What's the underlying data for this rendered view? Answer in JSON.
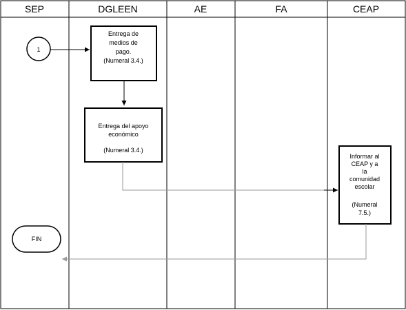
{
  "lanes": [
    "SEP",
    "DGLEEN",
    "AE",
    "FA",
    "CEAP"
  ],
  "connector": {
    "label": "1"
  },
  "box1": {
    "lines": [
      "Entrega de",
      "medios de",
      "pago.",
      "(Numeral 3.4.)"
    ]
  },
  "box2": {
    "lines": [
      "Entrega del apoyo",
      "económico",
      "",
      "(Numeral 3.4.)"
    ]
  },
  "box3": {
    "lines": [
      "Informar al",
      "CEAP y a",
      "la",
      "comunidad",
      "escolar",
      "",
      "(Numeral",
      "7.5.)"
    ]
  },
  "end": {
    "label": "FIN"
  },
  "colors": {
    "line": "#000000",
    "line_light": "#9a9a9a"
  }
}
